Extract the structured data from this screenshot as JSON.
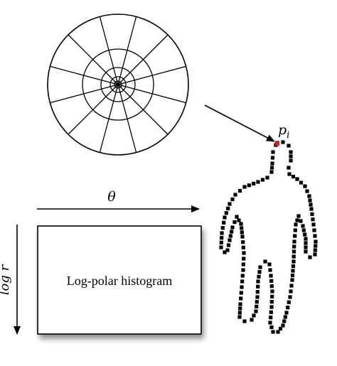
{
  "polar_diagram": {
    "rings": 5,
    "sectors": 12
  },
  "point_label": "p",
  "point_subscript": "i",
  "theta_label": "θ",
  "log_r_label": "log r",
  "histogram_label": "Log-polar histogram",
  "colors": {
    "ink": "#000000",
    "highlight_point": "#d62020",
    "box_fill": "#ffffff"
  }
}
